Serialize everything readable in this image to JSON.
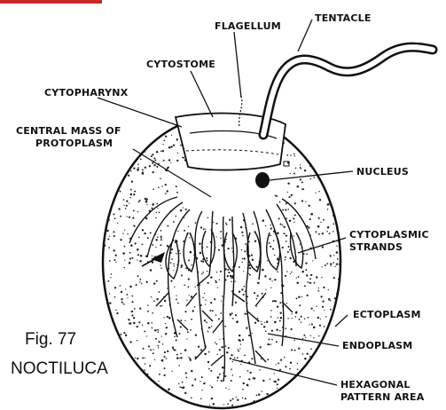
{
  "figure": {
    "number": "Fig. 77",
    "name": "NOCTILUCA"
  },
  "labels": {
    "tentacle": "TENTACLE",
    "flagellum": "FLAGELLUM",
    "cytostome": "CYTOSTOME",
    "cytopharynx": "CYTOPHARYNX",
    "central_mass_line1": "CENTRAL MASS OF",
    "central_mass_line2": "PROTOPLASM",
    "nucleus": "NUCLEUS",
    "cytoplasmic_line1": "CYTOPLASMIC",
    "cytoplasmic_line2": "STRANDS",
    "ectoplasm": "ECTOPLASM",
    "endoplasm": "ENDOPLASM",
    "hexagonal_line1": "HEXAGONAL",
    "hexagonal_line2": "PATTERN AREA"
  },
  "colors": {
    "ink": "#111111",
    "accent": "#c62828",
    "paper": "#ffffff"
  }
}
